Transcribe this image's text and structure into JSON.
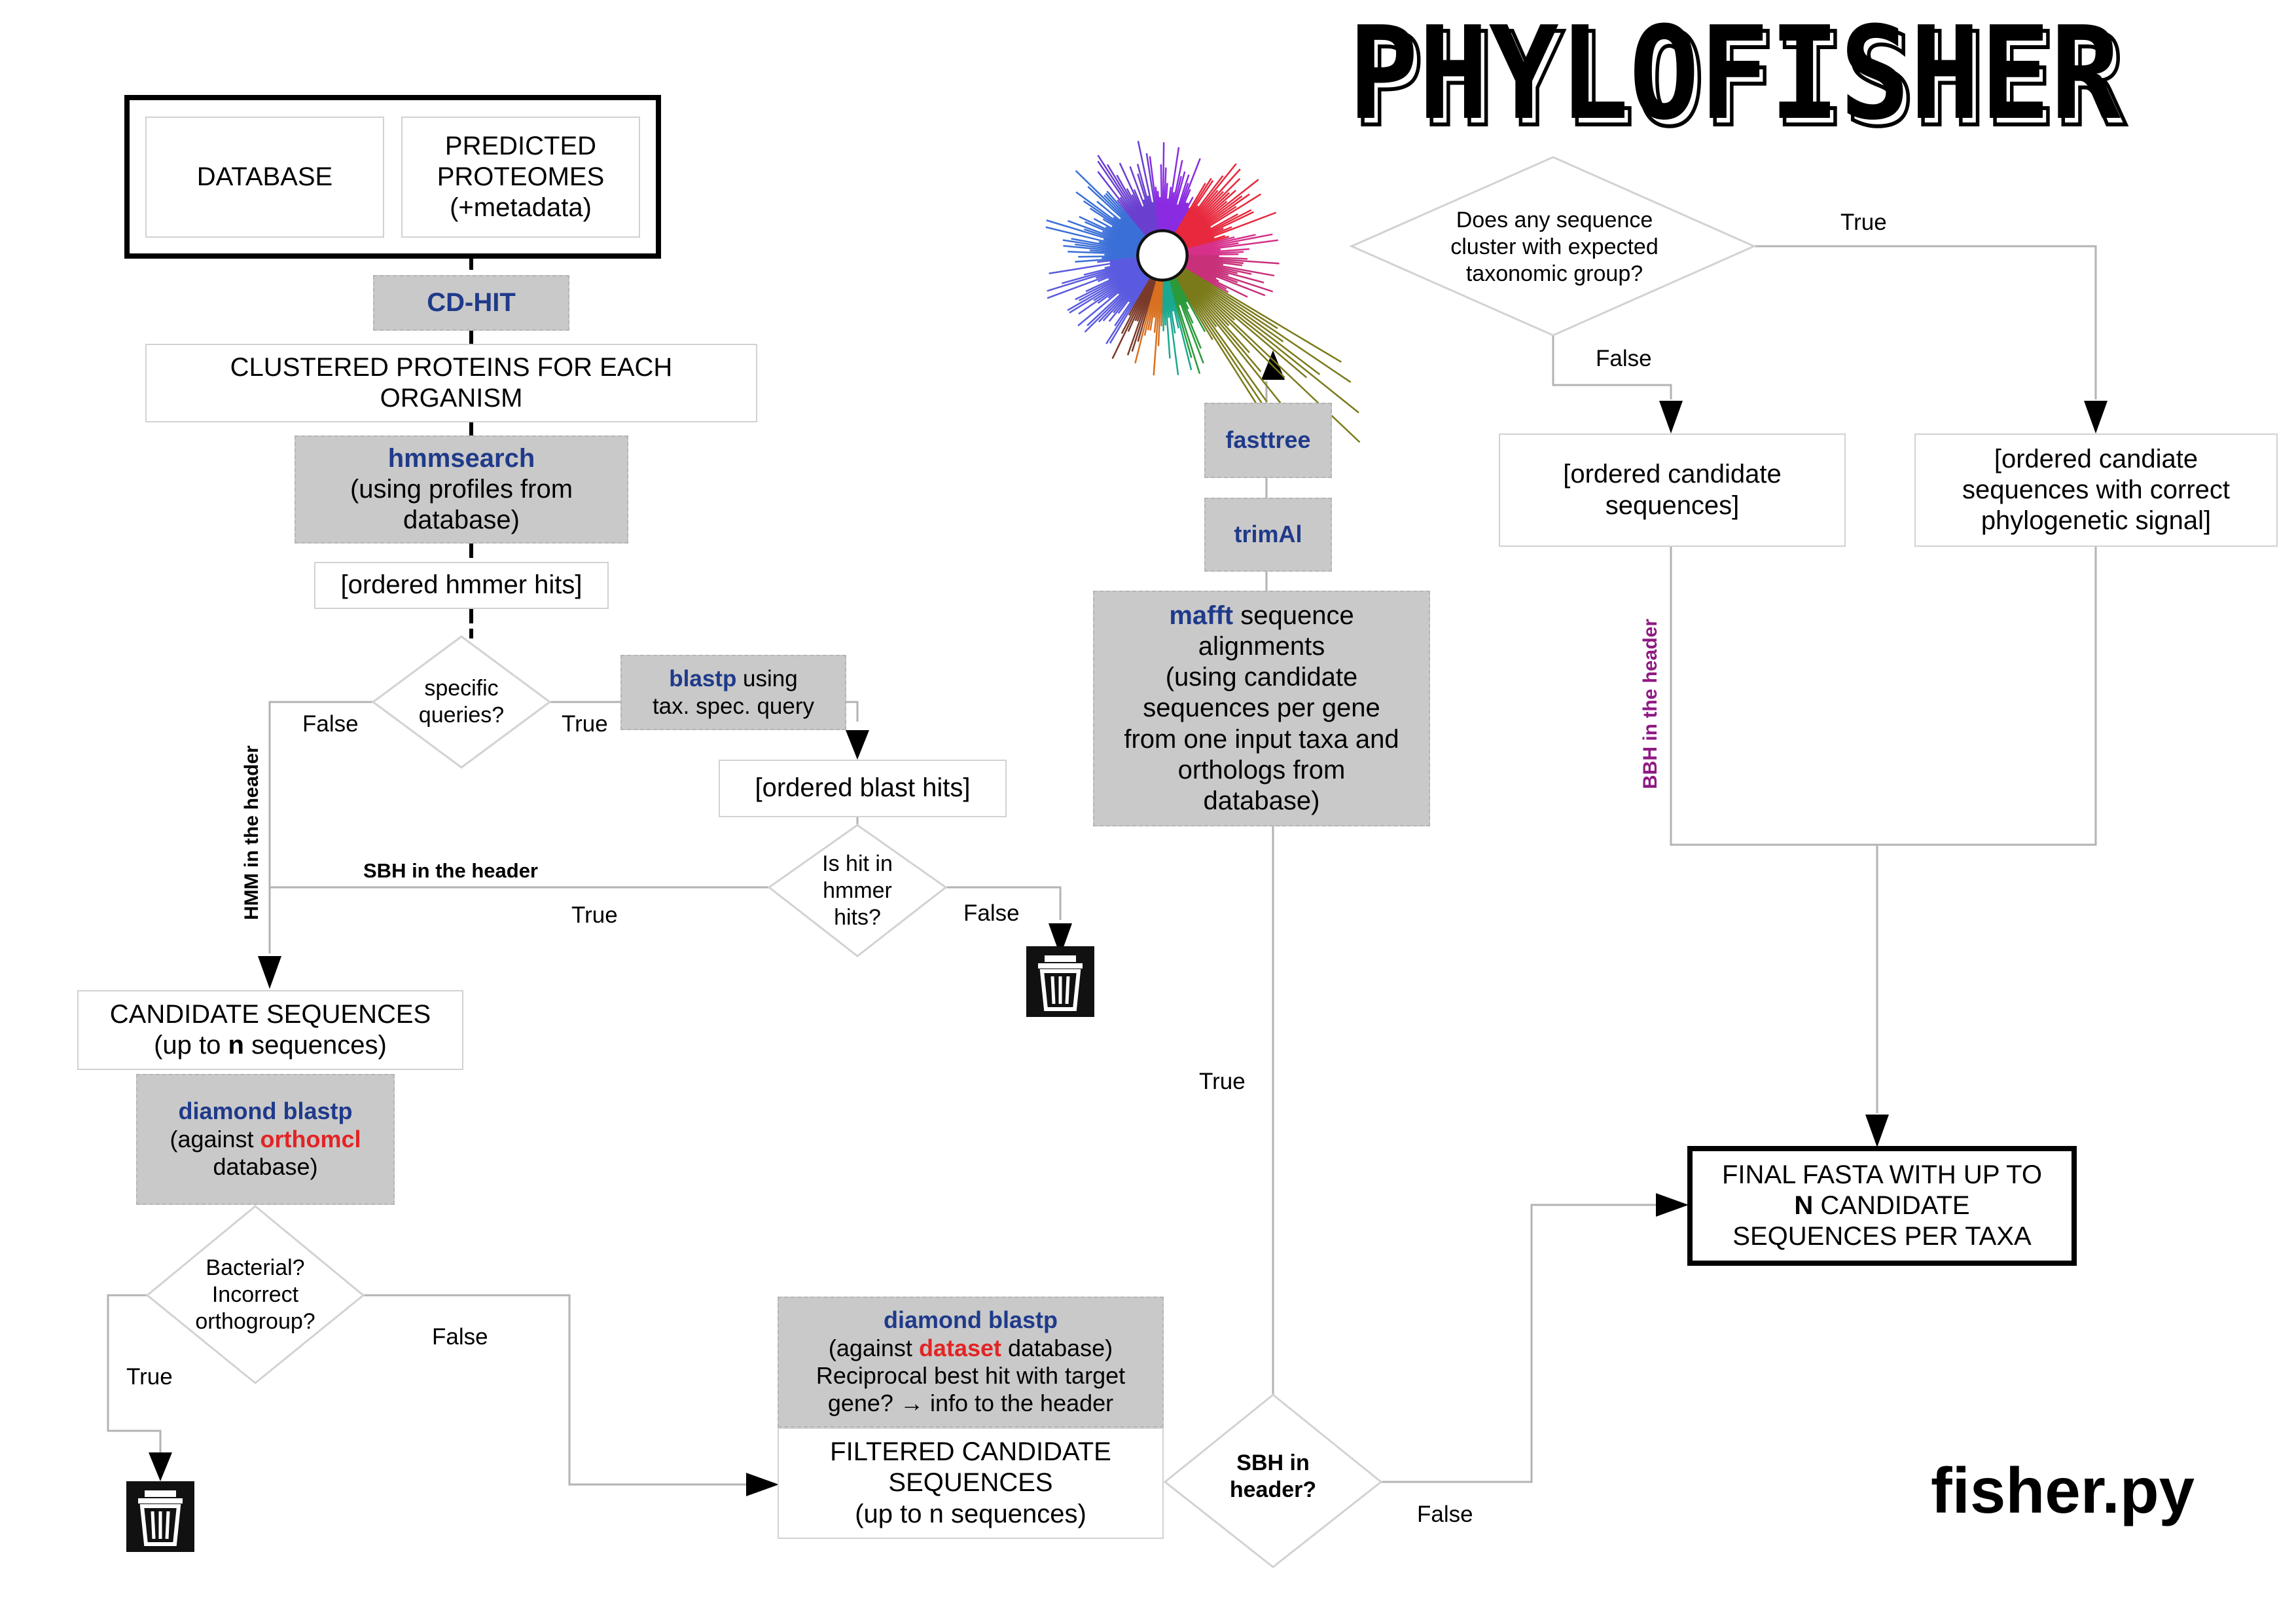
{
  "title": "PHYLOFISHER",
  "script_name": "fisher.py",
  "inputs": {
    "database": "DATABASE",
    "proteomes_1": "PREDICTED",
    "proteomes_2": "PROTEOMES",
    "proteomes_3": "(+metadata)"
  },
  "cdhit": "CD-HIT",
  "clustered_1": "CLUSTERED PROTEINS FOR EACH",
  "clustered_2": "ORGANISM",
  "hmmsearch": {
    "tool": "hmmsearch",
    "line1": "(using profiles from",
    "line2": "database)"
  },
  "hmmer_hits": "[ordered hmmer hits]",
  "specific_queries": {
    "line1": "specific",
    "line2": "queries?"
  },
  "blastp": {
    "tool": "blastp",
    "suffix": " using",
    "line2": "tax. spec. query"
  },
  "blast_hits": "[ordered blast hits]",
  "hit_in_hmmer": {
    "line1": "Is hit in",
    "line2": "hmmer",
    "line3": "hits?"
  },
  "candidates": {
    "line1": "CANDIDATE SEQUENCES",
    "prefix": "(up to ",
    "n": "n",
    "suffix": " sequences)"
  },
  "diamond1": {
    "tool": "diamond blastp",
    "prefix": "(against ",
    "db": "orthomcl",
    "line3": "database)"
  },
  "bacterial": {
    "line1": "Bacterial?",
    "line2": "Incorrect",
    "line3": "orthogroup?"
  },
  "diamond2": {
    "tool": "diamond blastp",
    "prefix": "(against ",
    "db": "dataset",
    "suffix": " database)",
    "line3": "Reciprocal best hit with target",
    "line4": "gene? → info to the header"
  },
  "filtered": {
    "line1": "FILTERED CANDIDATE",
    "line2": "SEQUENCES",
    "line3": "(up to n sequences)"
  },
  "sbh_question": {
    "line1": "SBH in",
    "line2": "header?"
  },
  "mafft": {
    "tool": "mafft",
    "suffix": " sequence",
    "line2": "alignments",
    "line3": "(using candidate",
    "line4": "sequences per gene",
    "line5": "from one input taxa and",
    "line6": "orthologs from",
    "line7": "database)"
  },
  "trimal": "trimAl",
  "fasttree": "fasttree",
  "cluster_question": {
    "line1": "Does any sequence",
    "line2": "cluster with expected",
    "line3": "taxonomic group?"
  },
  "ordered_candidates": {
    "line1": "[ordered candidate",
    "line2": "sequences]"
  },
  "ordered_correct": {
    "line1": "[ordered candiate",
    "line2": "sequences with correct",
    "line3": "phylogenetic signal]"
  },
  "final": {
    "line1": "FINAL FASTA WITH UP TO",
    "n": "N",
    "n_suffix": " CANDIDATE",
    "line3": "SEQUENCES PER TAXA"
  },
  "labels": {
    "false_specific": "False",
    "true_specific": "True",
    "hmm_header": "HMM in the header",
    "sbh_header": "SBH in the header",
    "true_hmmer": "True",
    "false_hmmer": "False",
    "true_bacterial": "True",
    "false_bacterial": "False",
    "true_sbh": "True",
    "false_sbh": "False",
    "true_cluster": "True",
    "false_cluster": "False",
    "bbh_header": "BBH in the header"
  },
  "colors": {
    "tool_blue": "#1f3a8a",
    "db_red": "#e22424",
    "header_green": "#1a6e2e",
    "header_purple": "#8e1a82"
  },
  "icons": [
    "trash-icon",
    "trash-icon",
    "phylogenetic-tree-icon"
  ]
}
